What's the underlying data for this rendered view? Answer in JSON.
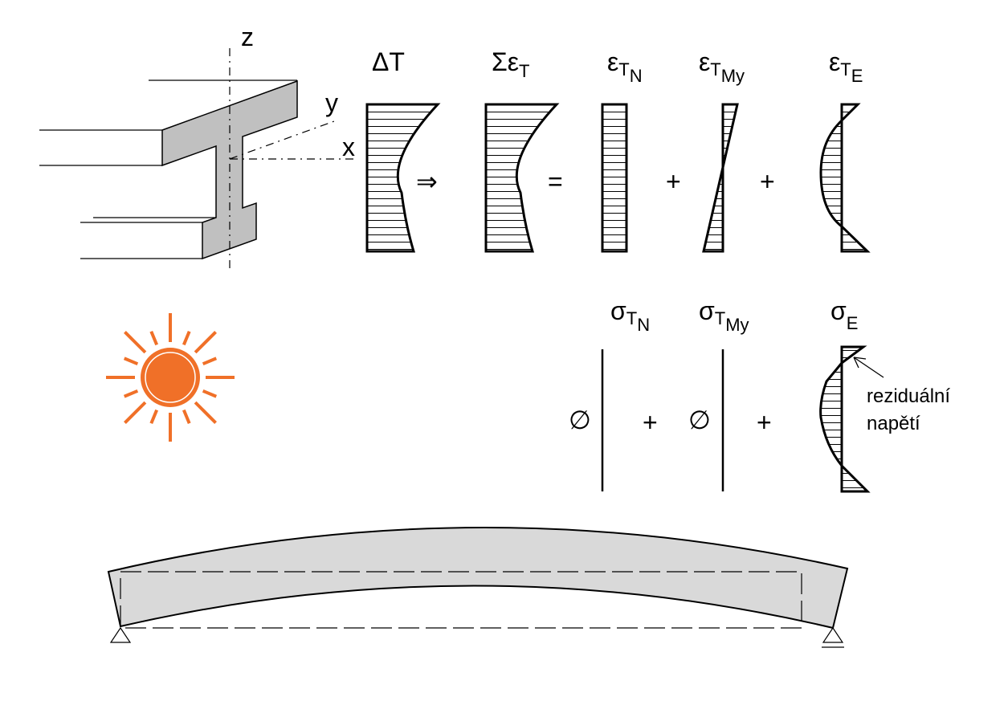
{
  "colors": {
    "sun": "#F07028",
    "section": "#C0C0C0",
    "beam": "#D9D9D9"
  },
  "axes": {
    "z": "z",
    "y": "y",
    "x": "x"
  },
  "strain_row": {
    "delta_t": "ΔT",
    "sum_eps": {
      "main": "Σε",
      "sub": "T"
    },
    "eps_tn": {
      "main": "ε",
      "sub": "T",
      "subsub": "N"
    },
    "eps_tmy": {
      "main": "ε",
      "sub": "T",
      "subsub": "My"
    },
    "eps_te": {
      "main": "ε",
      "sub": "T",
      "subsub": "E"
    },
    "arrow": "⇒",
    "equals": "=",
    "plus": "+"
  },
  "stress_row": {
    "sigma_tn": {
      "main": "σ",
      "sub": "T",
      "subsub": "N"
    },
    "sigma_tmy": {
      "main": "σ",
      "sub": "T",
      "subsub": "My"
    },
    "sigma_e": {
      "main": "σ",
      "sub": "E"
    },
    "zero": "∅",
    "plus": "+",
    "note_line1": "reziduální",
    "note_line2": "napětí"
  }
}
